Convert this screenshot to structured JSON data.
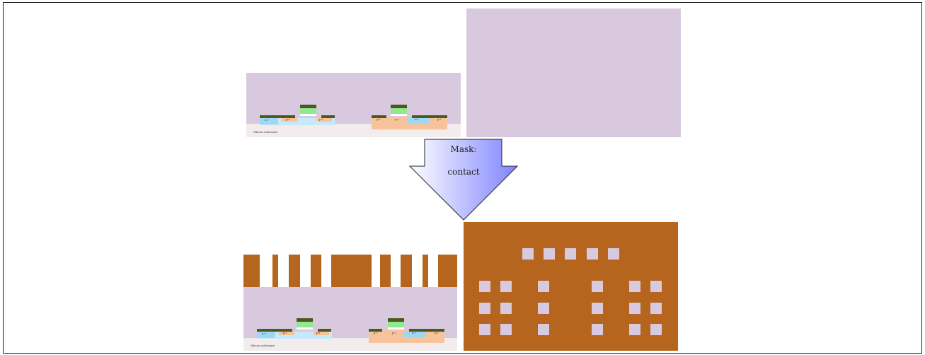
{
  "colors": {
    "oxide": "#d8c9df",
    "substrate": "#f2ecec",
    "metal": "#b5651d",
    "gate_cap": "#4a5a1c",
    "gate_green": "#90e890",
    "n_region": "#9fd8f5",
    "p_region": "#f7c39a",
    "well_light": "#c6e9fb"
  },
  "top_section": {
    "substrate_label": "Silicon substrate",
    "doping_labels": [
      "n+",
      "p+",
      "p+",
      "p+",
      "p+",
      "n+",
      "p+"
    ]
  },
  "arrow": {
    "line1": "Mask:",
    "line2": "contact"
  },
  "bottom_section": {
    "substrate_label": "Silicon substrate",
    "doping_labels": [
      "n+",
      "p+",
      "p+",
      "p+",
      "p+",
      "n+",
      "p+"
    ]
  }
}
